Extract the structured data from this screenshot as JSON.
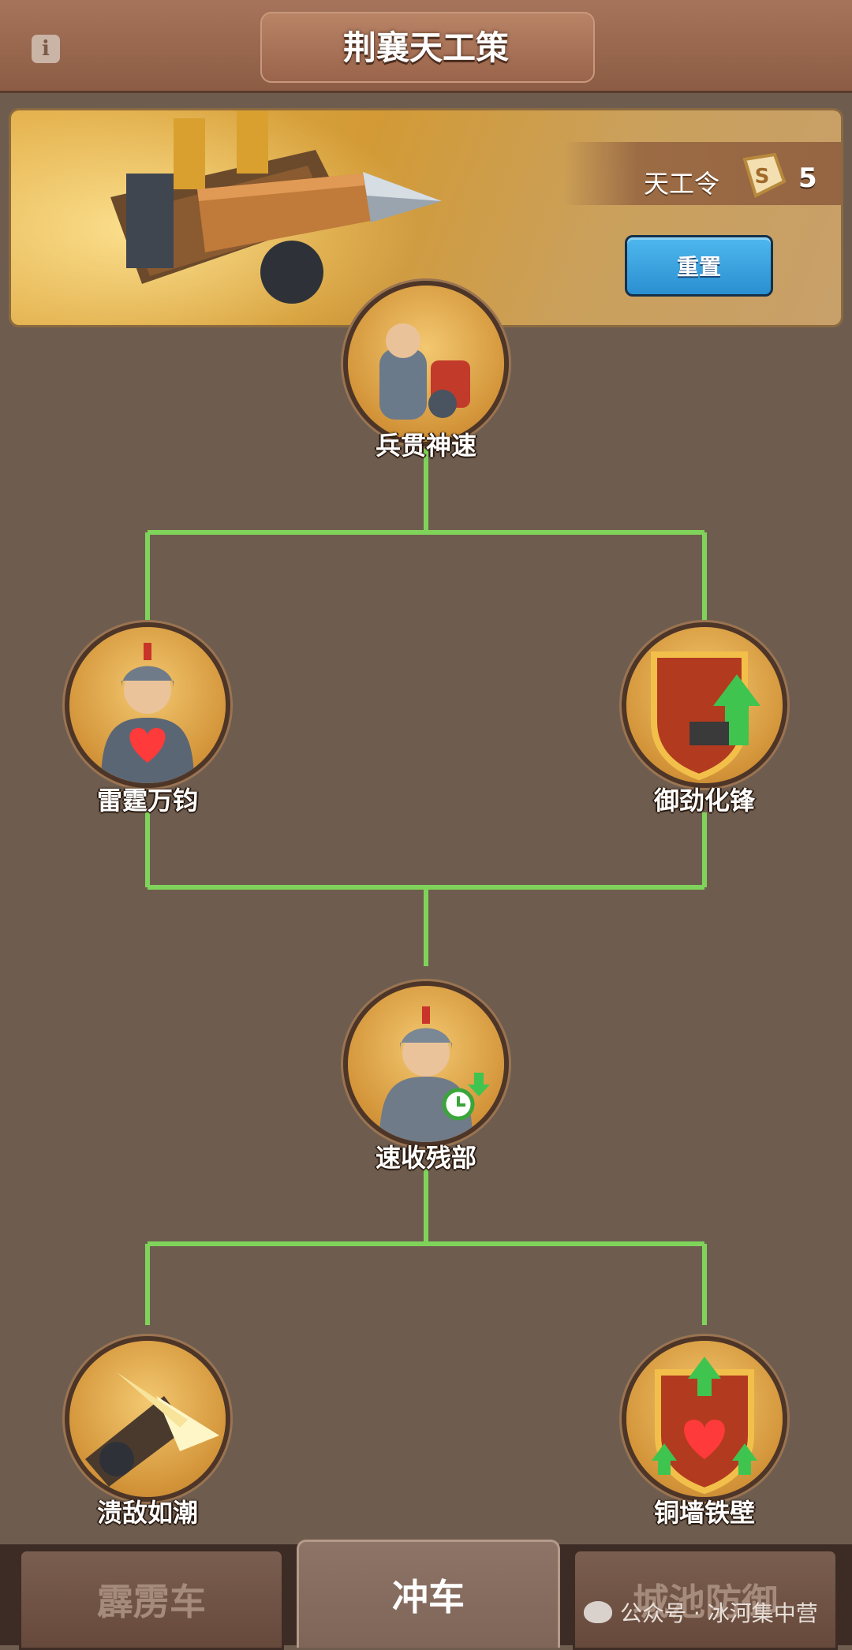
{
  "header": {
    "title": "荆襄天工策",
    "info_icon": "info-icon"
  },
  "banner": {
    "currency_label": "天工令",
    "currency_count": "5",
    "currency_icon": "token-icon",
    "reset_label": "重置"
  },
  "tree": {
    "nodes": [
      {
        "label": "兵贯神速",
        "icon": "troop-speed-icon"
      },
      {
        "label": "雷霆万钧",
        "icon": "soldier-heart-icon"
      },
      {
        "label": "御劲化锋",
        "icon": "shield-arrow-icon"
      },
      {
        "label": "速收残部",
        "icon": "soldier-clock-icon"
      },
      {
        "label": "溃敌如潮",
        "icon": "ram-strike-icon"
      },
      {
        "label": "铜墙铁壁",
        "icon": "shield-heart-icon"
      }
    ],
    "line_color": "#7fd35a"
  },
  "tabs": [
    {
      "label": "霹雳车",
      "active": false
    },
    {
      "label": "冲车",
      "active": true
    },
    {
      "label": "城池防御",
      "active": false
    }
  ],
  "watermark": "公众号 · 冰河集中营"
}
